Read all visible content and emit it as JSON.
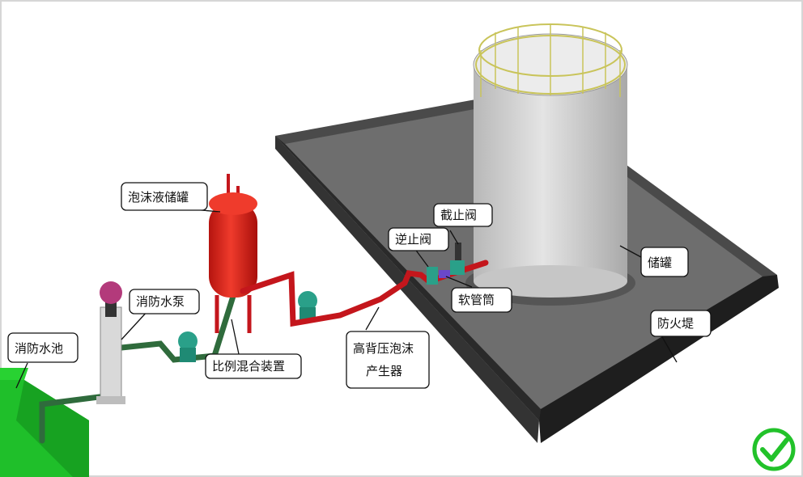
{
  "labels": {
    "foam_tank": "泡沫液储罐",
    "fire_pump": "消防水泵",
    "fire_pool": "消防水池",
    "proportioner": "比例混合装置",
    "generator_line1": "高背压泡沫",
    "generator_line2": "产生器",
    "check_valve": "逆止阀",
    "stop_valve": "截止阀",
    "hose": "软管筒",
    "storage_tank": "储罐",
    "firewall": "防火堤"
  },
  "icons": {
    "status": "check-circle-icon"
  },
  "colors": {
    "pipe_green": "#2f6b3c",
    "pipe_red": "#c4161c",
    "tank_red": "#d8231b",
    "pool_green": "#1fbf2a",
    "check_green": "#22c22a",
    "dike_dark": "#3a3a3a",
    "tank_gray": "#cfcfcf"
  }
}
